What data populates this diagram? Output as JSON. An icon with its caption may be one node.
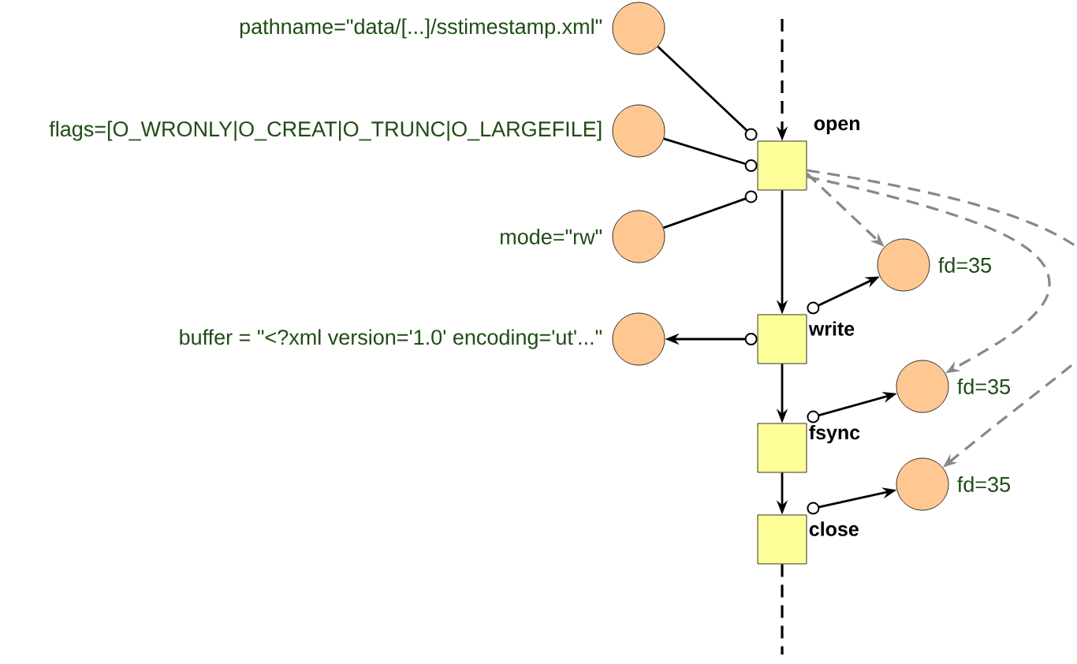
{
  "diagram": {
    "nodes": [
      {
        "text": [],
        "shape": "circle",
        "beside": [
          "pathname=\"data/[...]/sstimestamp.xml\""
        ]
      },
      {
        "text": [],
        "shape": "circle",
        "beside": [
          "flags=[O_WRONLY|O_CREAT|O_TRUNC|O_LARGEFILE]"
        ]
      },
      {
        "text": [],
        "shape": "circle",
        "beside": [
          "mode=\"rw\""
        ]
      },
      {
        "text": [
          "open"
        ]
      },
      {
        "text": [],
        "shape": "circle",
        "beside": [
          "fd=35"
        ]
      },
      {
        "text": [
          "write"
        ]
      },
      {
        "text": [],
        "shape": "circle",
        "beside": [
          "buffer = \"<?xml version='1.0' encoding='ut'...\""
        ]
      },
      {
        "text": [],
        "shape": "circle",
        "beside": [
          "fd=35"
        ]
      },
      {
        "text": [
          "fsync"
        ]
      },
      {
        "text": [],
        "shape": "circle",
        "beside": [
          "fd=35"
        ]
      },
      {
        "text": [
          "close"
        ]
      }
    ],
    "edges": [
      {
        "from": null,
        "to": 3,
        "arrow": "to",
        "style": "dashed"
      },
      {
        "from": 0,
        "to": 3,
        "arrow": "other"
      },
      {
        "from": 1,
        "to": 3,
        "arrow": "other"
      },
      {
        "from": 2,
        "to": 3,
        "arrow": "other"
      },
      {
        "from": 3,
        "to": 5,
        "arrow": "to"
      },
      {
        "from": 3,
        "to": 4,
        "arrow": "to",
        "style": "dashed",
        "color": "#888888"
      },
      {
        "from": 3,
        "to": 7,
        "arrow": "to",
        "style": "dashed",
        "color": "#888888"
      },
      {
        "from": 3,
        "to": 9,
        "arrow": "to",
        "style": "dashed",
        "color": "#888888"
      },
      {
        "from": 5,
        "to": 4,
        "arrow": "to"
      },
      {
        "from": 5,
        "to": 6,
        "arrow": "to"
      },
      {
        "from": 5,
        "to": 8,
        "arrow": "to"
      },
      {
        "from": 8,
        "to": 7,
        "arrow": "to"
      },
      {
        "from": 8,
        "to": 10,
        "arrow": "to"
      },
      {
        "from": 10,
        "to": 9,
        "arrow": "to"
      },
      {
        "from": 10,
        "to": null,
        "arrow": "none",
        "style": "dashed"
      }
    ]
  }
}
